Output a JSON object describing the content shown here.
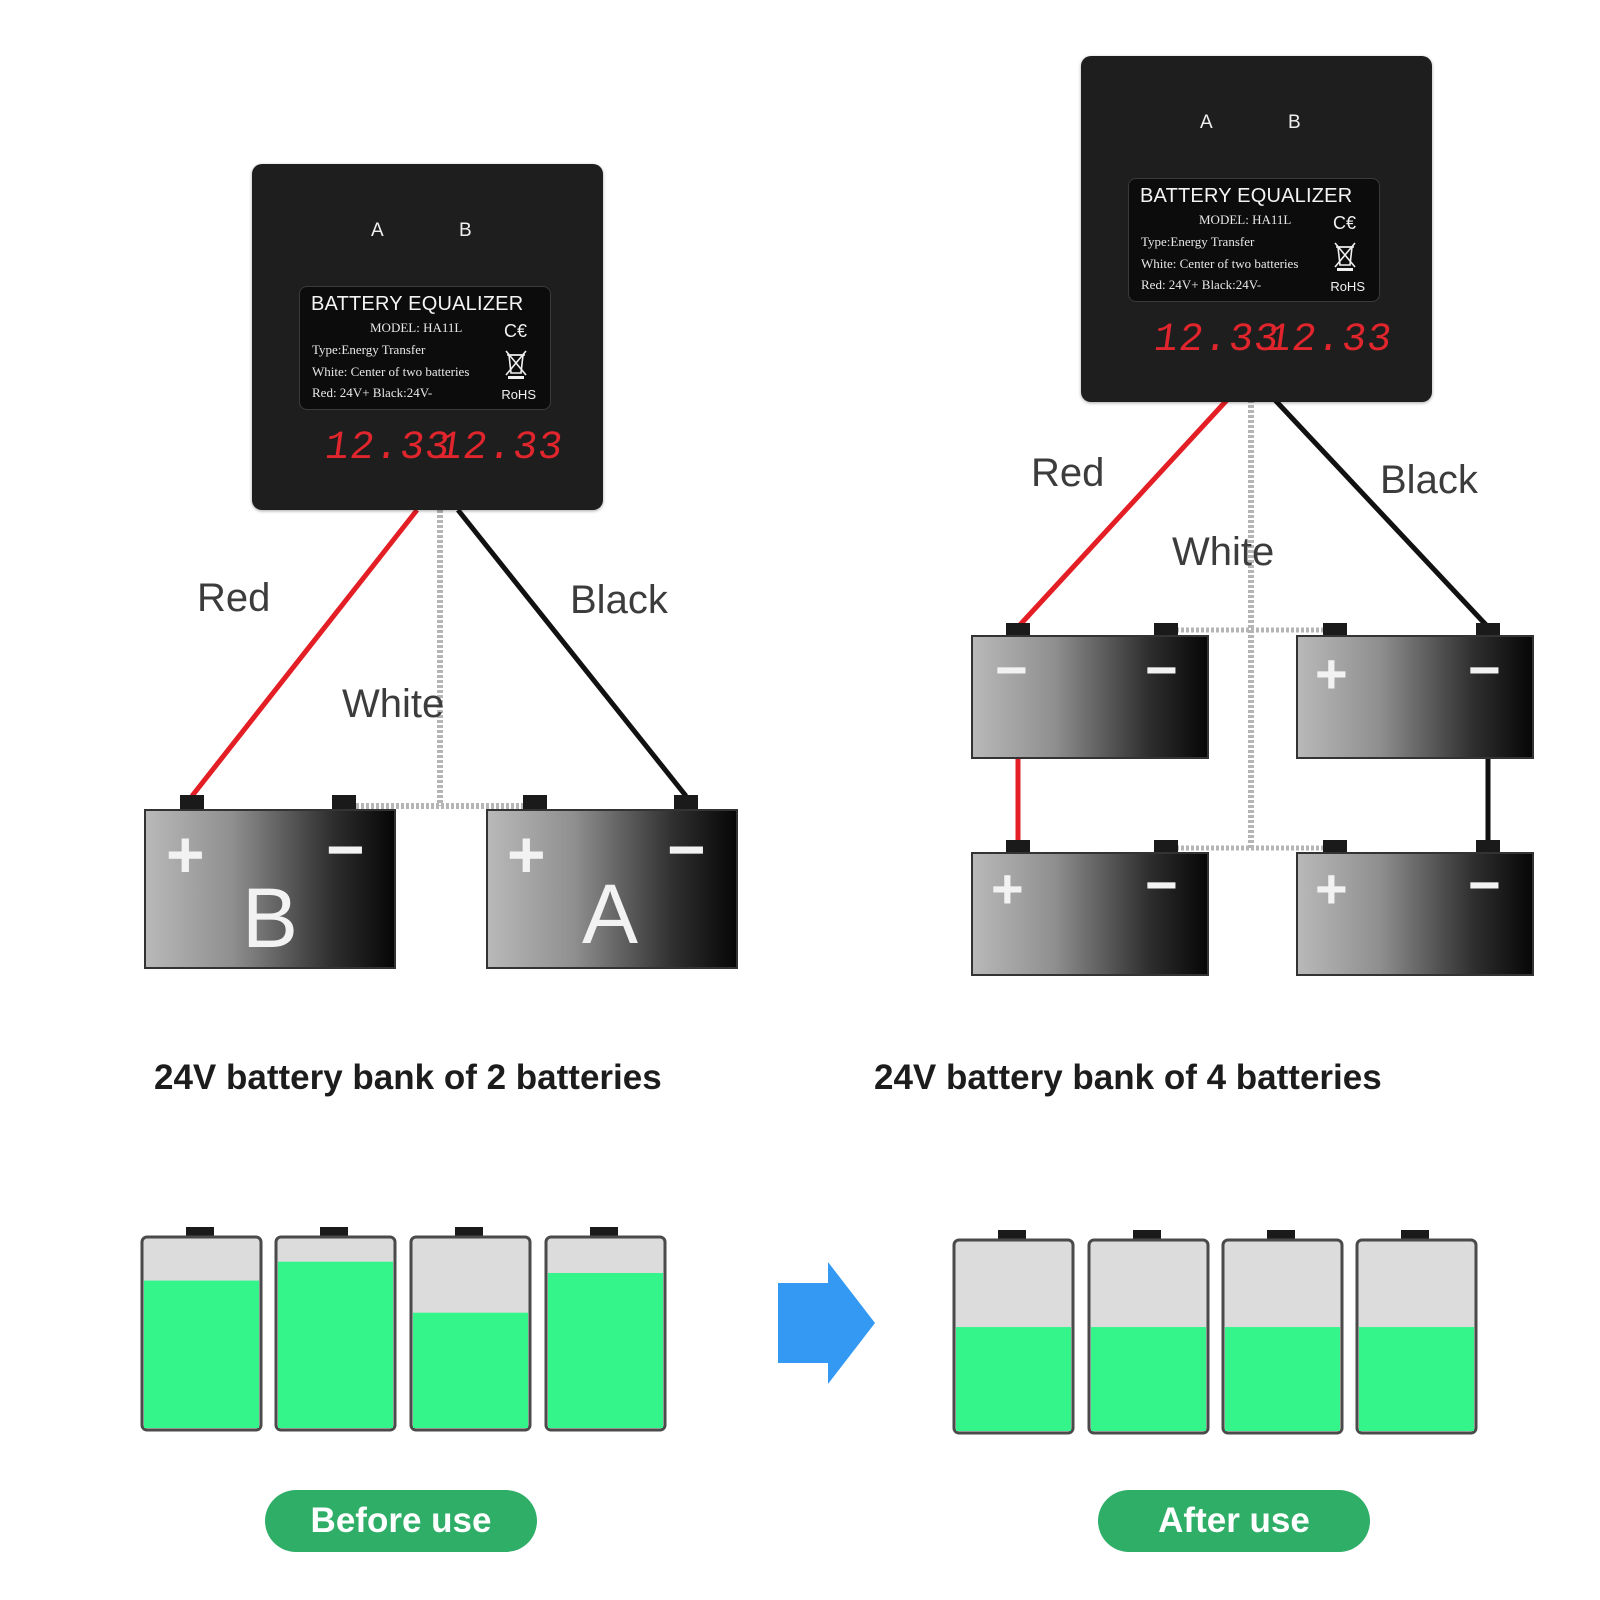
{
  "colors": {
    "red_wire": "#e31e24",
    "white_wire": "#b5b5b5",
    "black_wire": "#111111",
    "charge_fill": "#33f58a",
    "empty_fill": "#dcdcdc",
    "arrow": "#3399f3",
    "pill": "#2fae68"
  },
  "device": {
    "channel_a": "A",
    "channel_b": "B",
    "title": "BATTERY EQUALIZER",
    "model": "MODEL: HA11L",
    "type_line": "Type:Energy Transfer",
    "white_line": "White: Center of two batteries",
    "red_black_line": "Red: 24V+   Black:24V-",
    "ce_mark": "C€",
    "rohs": "RoHS",
    "display_a": "12.33",
    "display_b": "12.33"
  },
  "wires": {
    "red": "Red",
    "white": "White",
    "black": "Black"
  },
  "left_bank": {
    "caption": "24V battery bank of 2 batteries",
    "battery_b": "B",
    "battery_a": "A",
    "plus": "+",
    "minus": "−"
  },
  "right_bank": {
    "caption": "24V battery bank of 4 batteries",
    "plus": "+",
    "minus": "−"
  },
  "charge_levels": {
    "before": [
      0.78,
      0.88,
      0.61,
      0.82
    ],
    "after": [
      0.55,
      0.55,
      0.55,
      0.55
    ]
  },
  "badges": {
    "before": "Before use",
    "after": "After use"
  }
}
